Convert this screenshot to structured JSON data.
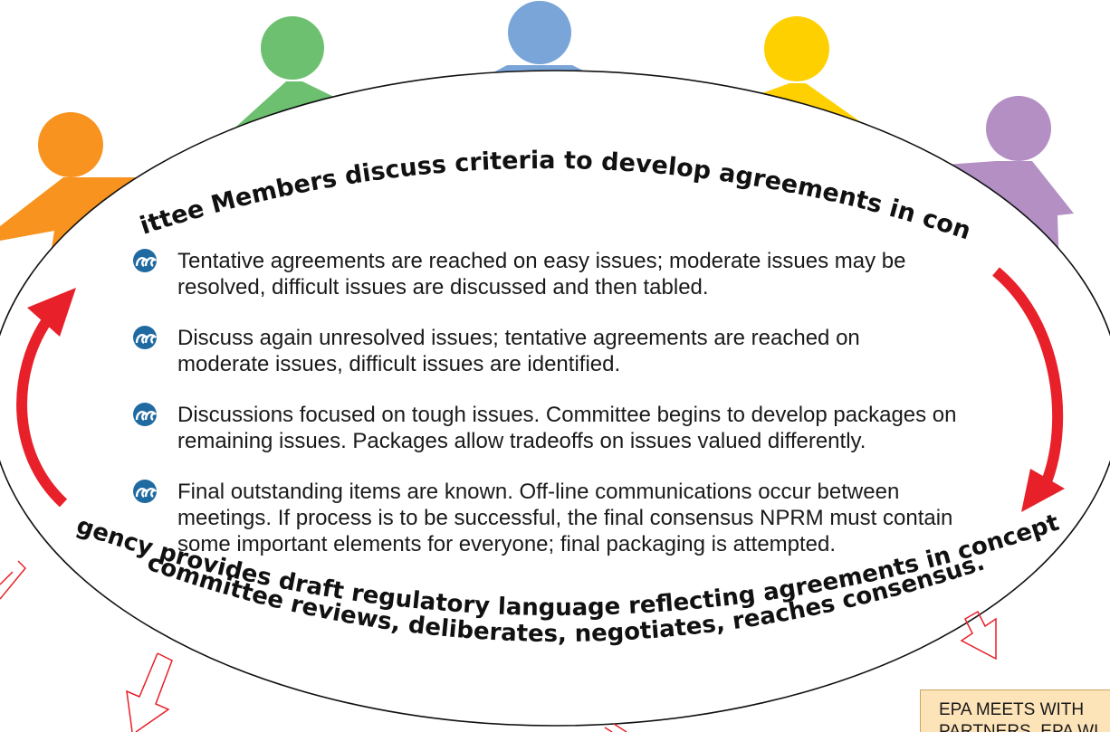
{
  "colors": {
    "orange": "#f7931e",
    "green": "#6cc070",
    "blue": "#79a5d8",
    "yellow": "#ffd000",
    "purple": "#b38fc4",
    "arrow_red": "#e8202a",
    "bullet_blue": "#1f6aa0",
    "box_fill": "#fde3b8"
  },
  "top_arc_text": "Committee Members discuss criteria to develop agreements in concept.",
  "bottom_arc_line1": "Agency provides draft regulatory language reflecting agreements in concept;",
  "bottom_arc_line2": "committee reviews, deliberates, negotiates, reaches consensus.",
  "bullets": [
    {
      "icon": "wave-icon",
      "lines": [
        "Tentative agreements are reached on easy issues; moderate issues may be",
        "resolved, difficult issues are discussed and then tabled."
      ]
    },
    {
      "icon": "wave-icon",
      "lines": [
        "Discuss again unresolved issues; tentative agreements are reached on",
        "moderate issues, difficult issues are identified."
      ]
    },
    {
      "icon": "wave-icon",
      "lines": [
        "Discussions focused on tough issues.  Committee begins to develop packages on",
        "remaining issues.  Packages allow tradeoffs on issues valued differently."
      ]
    },
    {
      "icon": "wave-icon",
      "lines": [
        "Final outstanding items are known.  Off-line communications occur between",
        "meetings.  If process is to be successful, the final consensus NPRM must contain",
        "some important elements for everyone; final packaging is attempted."
      ]
    }
  ],
  "box_text": "EPA MEETS WITH\nPARTNERS. EPA WI"
}
